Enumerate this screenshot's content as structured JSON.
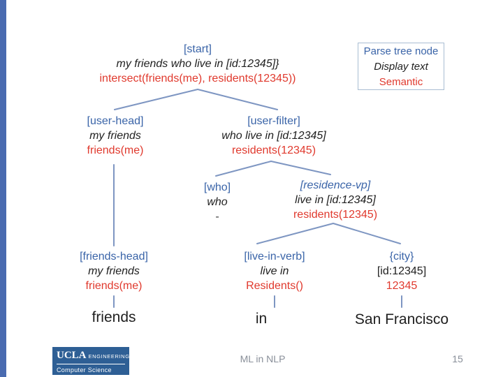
{
  "page": {
    "background": "#ffffff",
    "accent_bar_color": "#4a6bb0"
  },
  "colors": {
    "parse_node_blue": "#3a64a8",
    "semantic_red": "#e0392d",
    "display_black": "#1f1f1f",
    "edge_line_blue": "#7e96c2",
    "footer_gray": "#898f99",
    "logo_blue": "#2e5f95"
  },
  "legend": {
    "parse_label": "Parse tree node",
    "display_label": "Display text",
    "semantic_label": "Semantic"
  },
  "tree": {
    "nodes": [
      {
        "id": "start",
        "parse": "[start]",
        "display": "my friends who live in [id:12345]}",
        "semantic": "intersect(friends(me), residents(12345))"
      },
      {
        "id": "user-head",
        "parse": "[user-head]",
        "display": "my friends",
        "semantic": "friends(me)"
      },
      {
        "id": "user-filter",
        "parse": "[user-filter]",
        "display": "who live in [id:12345]",
        "semantic": "residents(12345)"
      },
      {
        "id": "who",
        "parse": "[who]",
        "display": "who",
        "semantic": "-"
      },
      {
        "id": "residence-vp",
        "parse": "[residence-vp]",
        "display": "live in [id:12345]",
        "semantic": "residents(12345)"
      },
      {
        "id": "friends-head",
        "parse": "[friends-head]",
        "display": "my friends",
        "semantic": "friends(me)"
      },
      {
        "id": "live-in-verb",
        "parse": "[live-in-verb]",
        "display": "live in",
        "semantic": "Residents()"
      },
      {
        "id": "city",
        "parse": "{city}",
        "display": "[id:12345]",
        "semantic": "12345"
      }
    ],
    "leaves": [
      "friends",
      "in",
      "San Francisco"
    ]
  },
  "logo": {
    "org": "UCLA",
    "division": "ENGINEERING",
    "department": "Computer Science"
  },
  "footer": {
    "course_title": "ML in NLP",
    "page_number": "15"
  }
}
